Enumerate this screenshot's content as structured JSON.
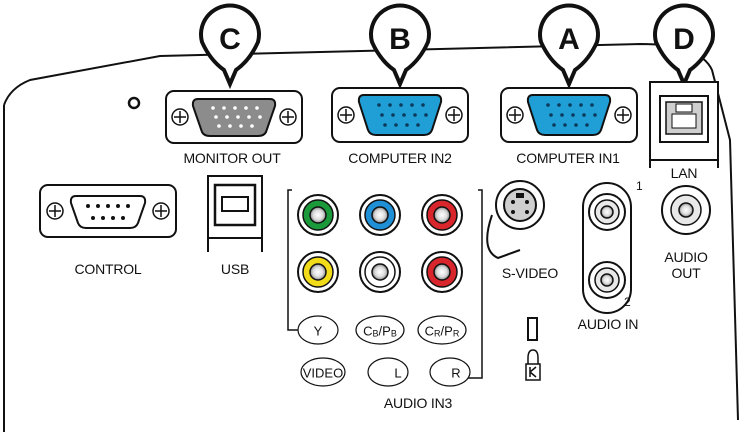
{
  "callouts": {
    "a": "A",
    "b": "B",
    "c": "C",
    "d": "D"
  },
  "ports": {
    "monitor_out": "MONITOR OUT",
    "computer_in2": "COMPUTER IN2",
    "computer_in1": "COMPUTER IN1",
    "lan": "LAN",
    "control": "CONTROL",
    "usb": "USB",
    "s_video": "S-VIDEO",
    "audio_out_line1": "AUDIO",
    "audio_out_line2": "OUT",
    "audio_in": "AUDIO IN",
    "audio_in_1": "1",
    "audio_in_2": "2",
    "audio_in3": "AUDIO IN3"
  },
  "component_labels": {
    "y": "Y",
    "cb_main": "C",
    "cb_sub": "B",
    "cb_slash": "/P",
    "cb_sub2": "B",
    "cr_main": "C",
    "cr_sub": "R",
    "cr_slash": "/P",
    "cr_sub2": "R",
    "video": "VIDEO",
    "l": "L",
    "r": "R"
  },
  "colors": {
    "vga_blue": "#1f9fd6",
    "vga_gray": "#8c8c8c",
    "rca_green": "#1a9a3a",
    "rca_blue": "#1f8fd6",
    "rca_red": "#d8262c",
    "rca_yellow": "#f2dc1a",
    "outline": "#111111"
  }
}
